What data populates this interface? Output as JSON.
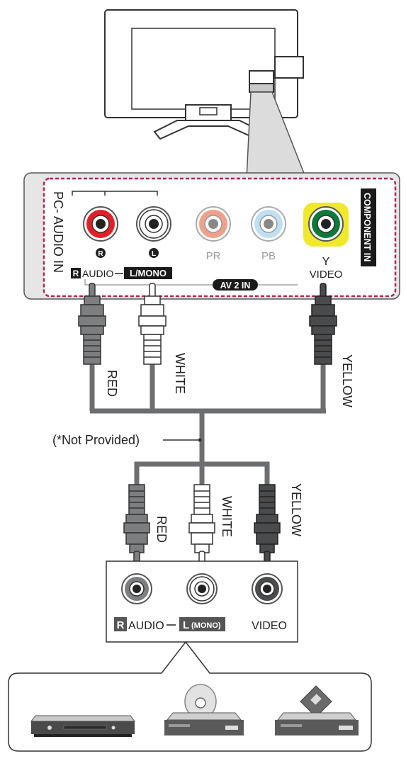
{
  "panel": {
    "side_label": "PC- AUDIO IN",
    "component_label": "COMPONENT IN",
    "jacks": {
      "r_symbol": "R",
      "l_symbol": "L",
      "pr": "PR",
      "pb": "PB",
      "y": "Y"
    },
    "r_box": "R",
    "audio": "AUDIO",
    "l_mono": "L/MONO",
    "av2in": "AV 2 IN",
    "video": "VIDEO"
  },
  "cables": {
    "red": "RED",
    "white": "WHITE",
    "yellow": "YELLOW"
  },
  "note": "(*Not Provided)",
  "device": {
    "r_box": "R",
    "audio": "AUDIO",
    "l_box": "L",
    "mono": "(MONO)",
    "video": "VIDEO"
  },
  "colors": {
    "red_jack": "#e41e26",
    "white_jack": "#ffffff",
    "pr_jack": "#f0a08a",
    "pb_jack": "#bfe0f2",
    "y_jack": "#0d7a3a",
    "y_ring": "#f0e82a",
    "panel_dash": "#b0245a",
    "cable": "#6d6e70"
  }
}
